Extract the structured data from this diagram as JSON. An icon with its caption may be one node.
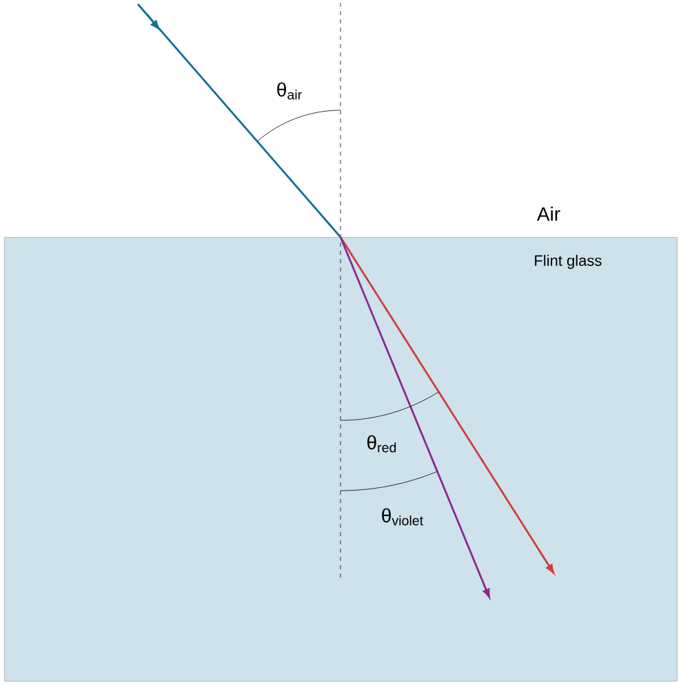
{
  "diagram": {
    "nodes": [
      {
        "text": [
          "Flint glass"
        ]
      }
    ],
    "labels": [
      "θ$_{air}$",
      "Air",
      "θ$_{red}$",
      "θ$_{violet}$"
    ]
  }
}
